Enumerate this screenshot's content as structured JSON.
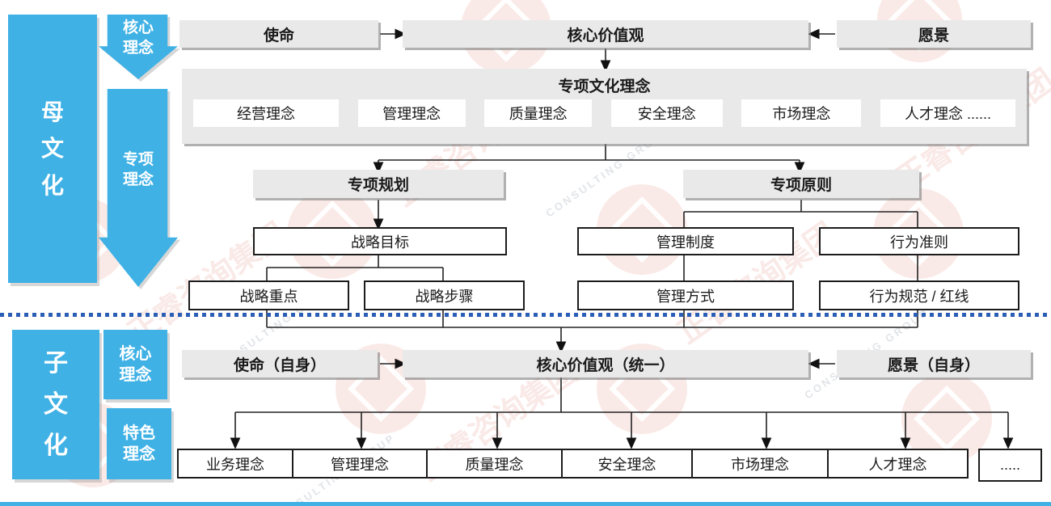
{
  "watermark": {
    "text": "正睿咨询集团",
    "subtext": "CONSULTING GROUP"
  },
  "parent_section": {
    "side_label": "母文化",
    "core_concept_arrow": "核心理念",
    "special_concept_arrow": "专项理念",
    "mission": "使命",
    "core_values": "核心价值观",
    "vision": "愿景",
    "special_culture_title": "专项文化理念",
    "special_culture_items": [
      "经营理念",
      "管理理念",
      "质量理念",
      "安全理念",
      "市场理念",
      "人才理念  ......"
    ],
    "special_planning": "专项规划",
    "special_principles": "专项原则",
    "strategic_goal": "战略目标",
    "strategic_focus": "战略重点",
    "strategic_steps": "战略步骤",
    "management_system": "管理制度",
    "code_of_conduct": "行为准则",
    "management_method": "管理方式",
    "behavior_norms": "行为规范 / 红线"
  },
  "child_section": {
    "side_label": "子文化",
    "core_concept_label": "核心理念",
    "feature_concept_label": "特色理念",
    "mission": "使命（自身）",
    "core_values": "核心价值观（统一）",
    "vision": "愿景（自身）",
    "bottom_items": [
      "业务理念",
      "管理理念",
      "质量理念",
      "安全理念",
      "市场理念",
      "人才理念",
      "....."
    ]
  }
}
